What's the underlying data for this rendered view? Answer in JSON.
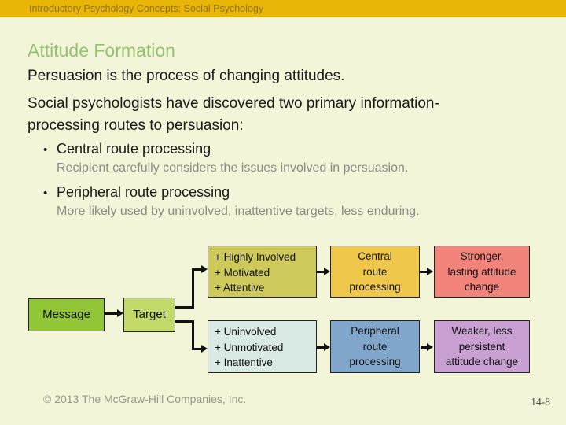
{
  "header": {
    "text": "Introductory Psychology Concepts: Social Psychology"
  },
  "title": "Attitude Formation",
  "body": {
    "para1": "Persuasion is the process of changing attitudes.",
    "para2": "Social psychologists have discovered two primary information-processing routes to persuasion:",
    "bullets": [
      {
        "head": "Central route processing",
        "detail": "Recipient carefully considers the issues involved in persuasion."
      },
      {
        "head": "Peripheral route processing",
        "detail": "More likely used by uninvolved, inattentive targets, less enduring."
      }
    ]
  },
  "diagram": {
    "message": "Message",
    "target": "Target",
    "rows": [
      {
        "conditions": [
          "+ Highly Involved",
          "+ Motivated",
          "+ Attentive"
        ],
        "route_lines": [
          "Central",
          "route",
          "processing"
        ],
        "outcome_lines": [
          "Stronger,",
          "lasting attitude",
          "change"
        ]
      },
      {
        "conditions": [
          "+ Uninvolved",
          "+ Unmotivated",
          "+ Inattentive"
        ],
        "route_lines": [
          "Peripheral",
          "route",
          "processing"
        ],
        "outcome_lines": [
          "Weaker, less",
          "persistent",
          "attitude change"
        ]
      }
    ]
  },
  "footer": {
    "copyright": "© 2013 The McGraw-Hill Companies, Inc.",
    "page_number": "14-8"
  },
  "colors": {
    "header_bg": "#E8B607",
    "slide_bg": "#F2F5D8",
    "title_text": "#95C271",
    "message_box": "#93C636",
    "target_box": "#C3DA6B",
    "involved_box": "#CDC95B",
    "central_box": "#EFC84B",
    "stronger_box": "#F1837B",
    "uninvolved_box": "#D9EAE4",
    "peripheral_box": "#80A7CB",
    "weaker_box": "#C9A0D2"
  }
}
